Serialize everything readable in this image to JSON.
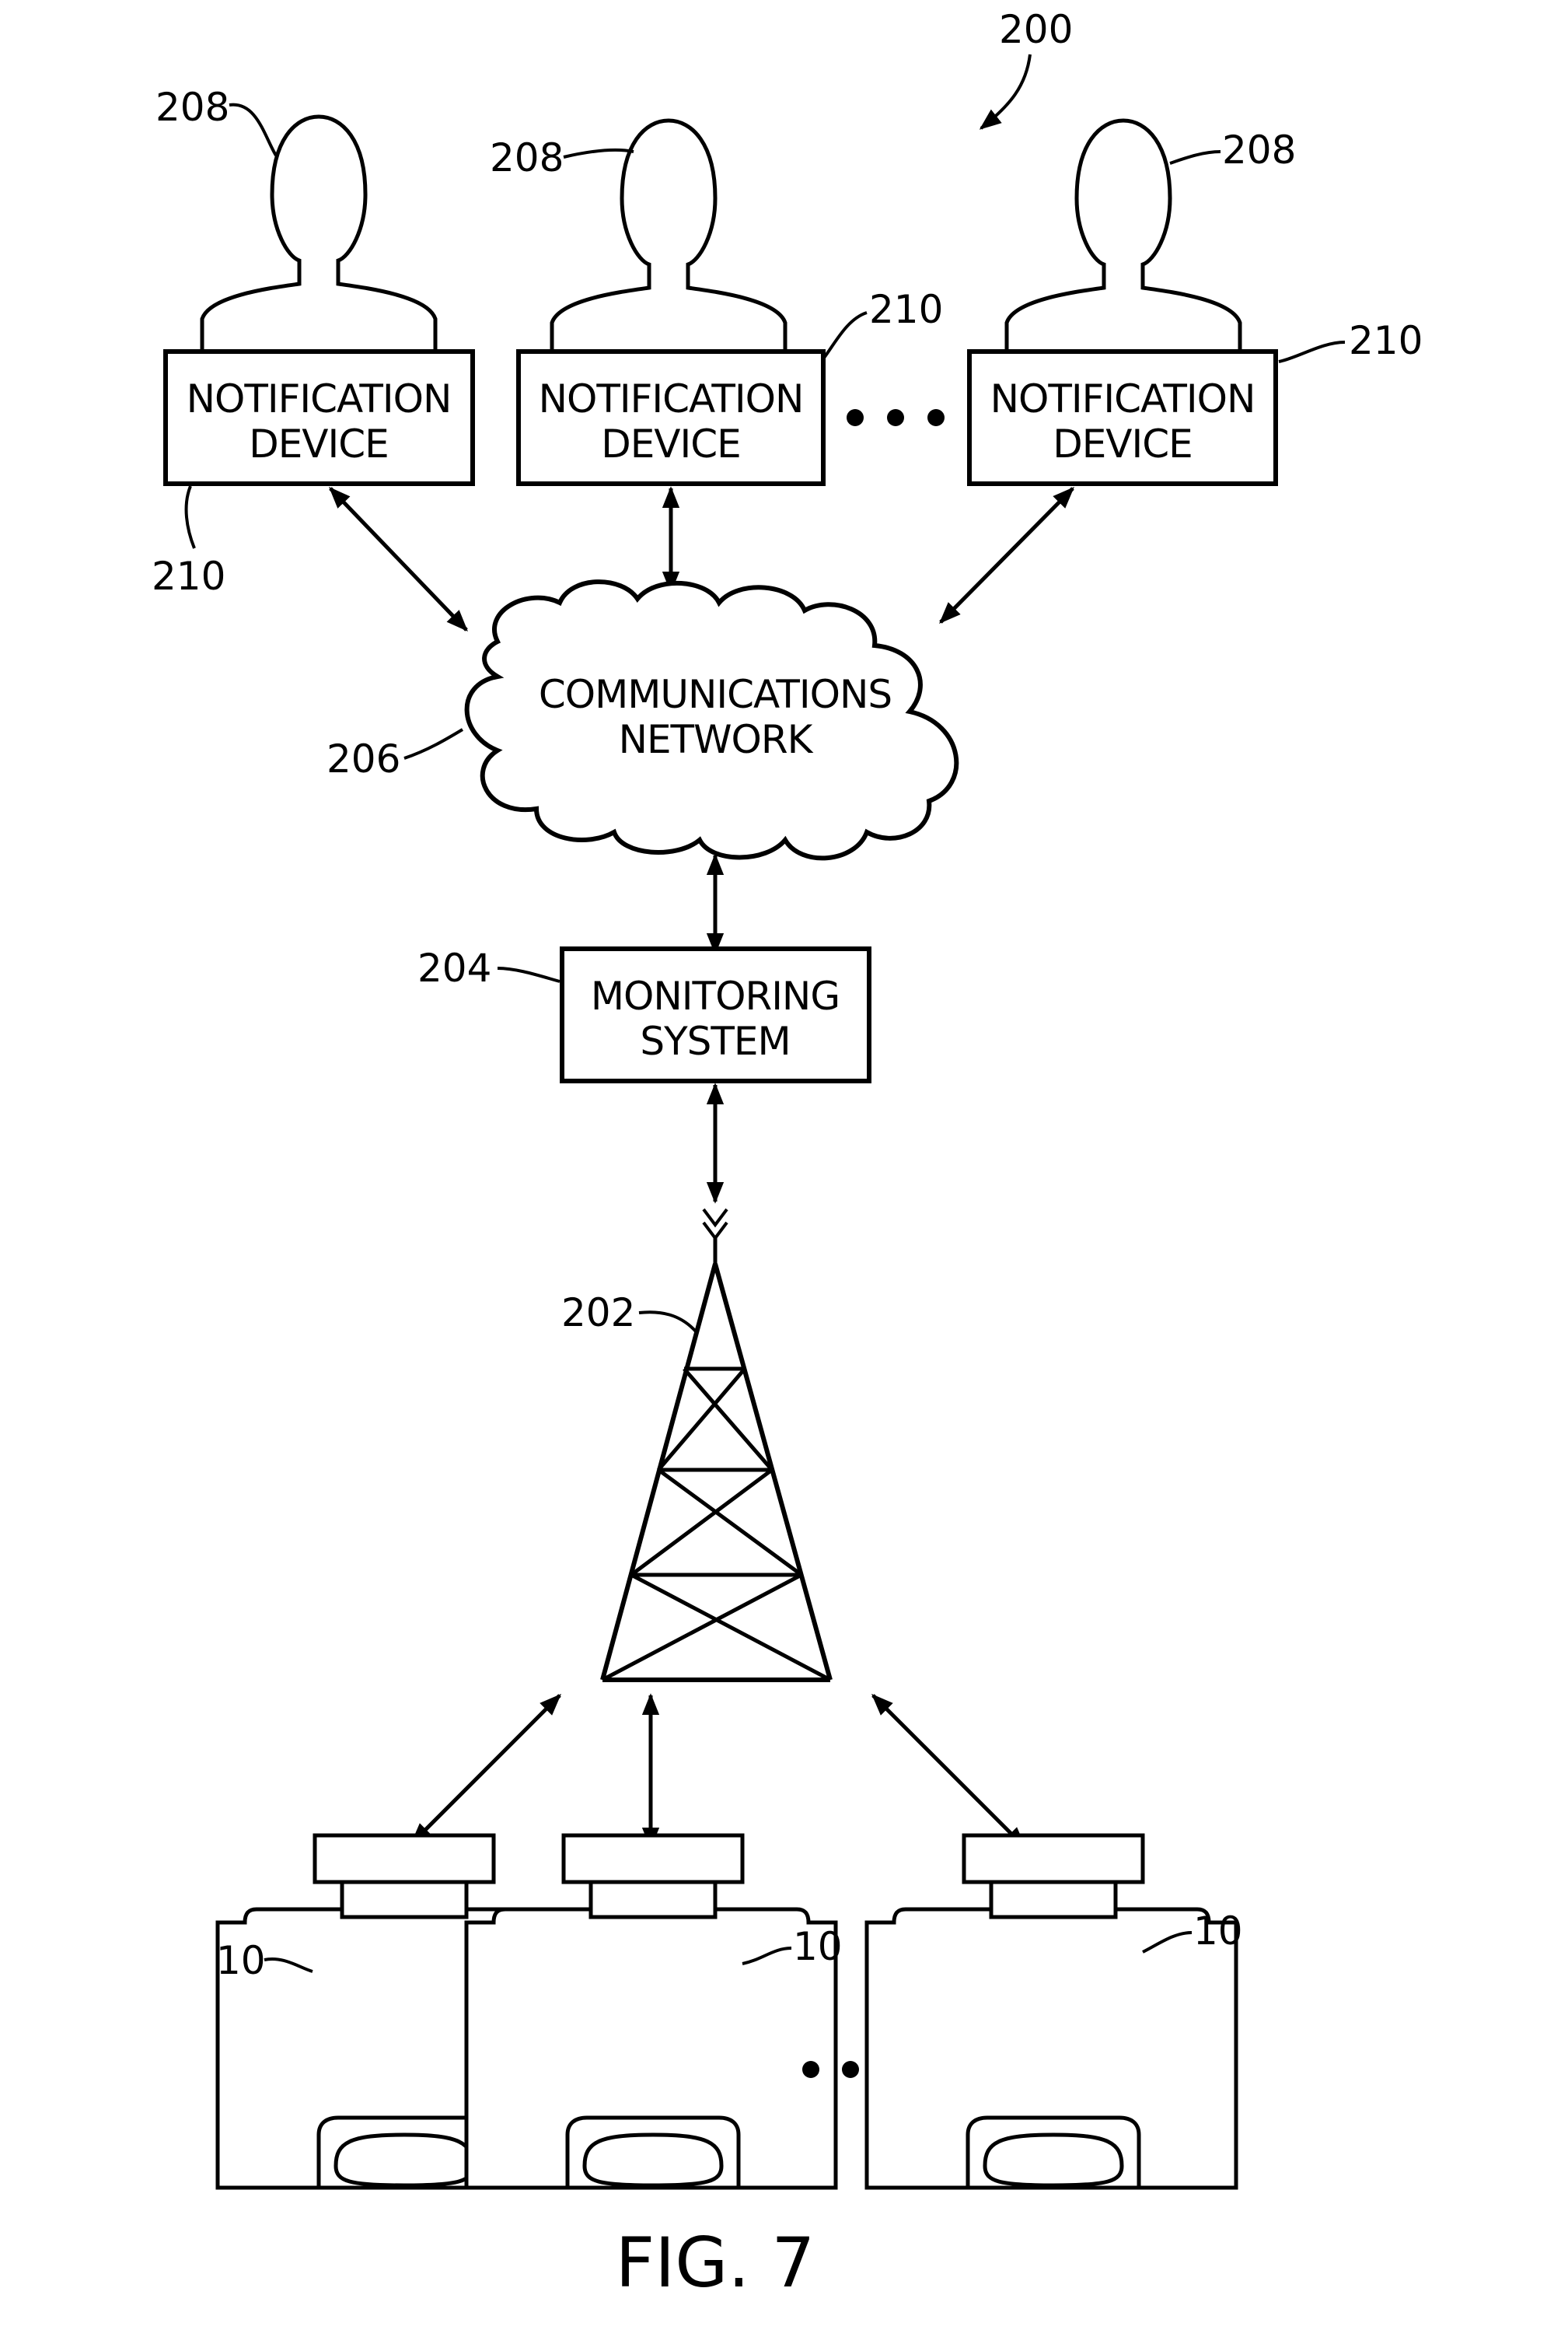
{
  "figure": {
    "label": "FIG. 7",
    "ref_system": "200"
  },
  "users": [
    {
      "ref": "208"
    },
    {
      "ref": "208"
    },
    {
      "ref": "208"
    }
  ],
  "notification_devices": [
    {
      "line1": "NOTIFICATION",
      "line2": "DEVICE",
      "ref": "210"
    },
    {
      "line1": "NOTIFICATION",
      "line2": "DEVICE",
      "ref": "210"
    },
    {
      "line1": "NOTIFICATION",
      "line2": "DEVICE",
      "ref": "210"
    }
  ],
  "network": {
    "line1": "COMMUNICATIONS",
    "line2": "NETWORK",
    "ref": "206"
  },
  "monitoring_system": {
    "line1": "MONITORING",
    "line2": "SYSTEM",
    "ref": "204"
  },
  "tower": {
    "ref": "202"
  },
  "sensor_units": [
    {
      "ref": "10"
    },
    {
      "ref": "10"
    },
    {
      "ref": "10"
    }
  ],
  "colors": {
    "stroke": "#000000",
    "background": "#ffffff"
  }
}
